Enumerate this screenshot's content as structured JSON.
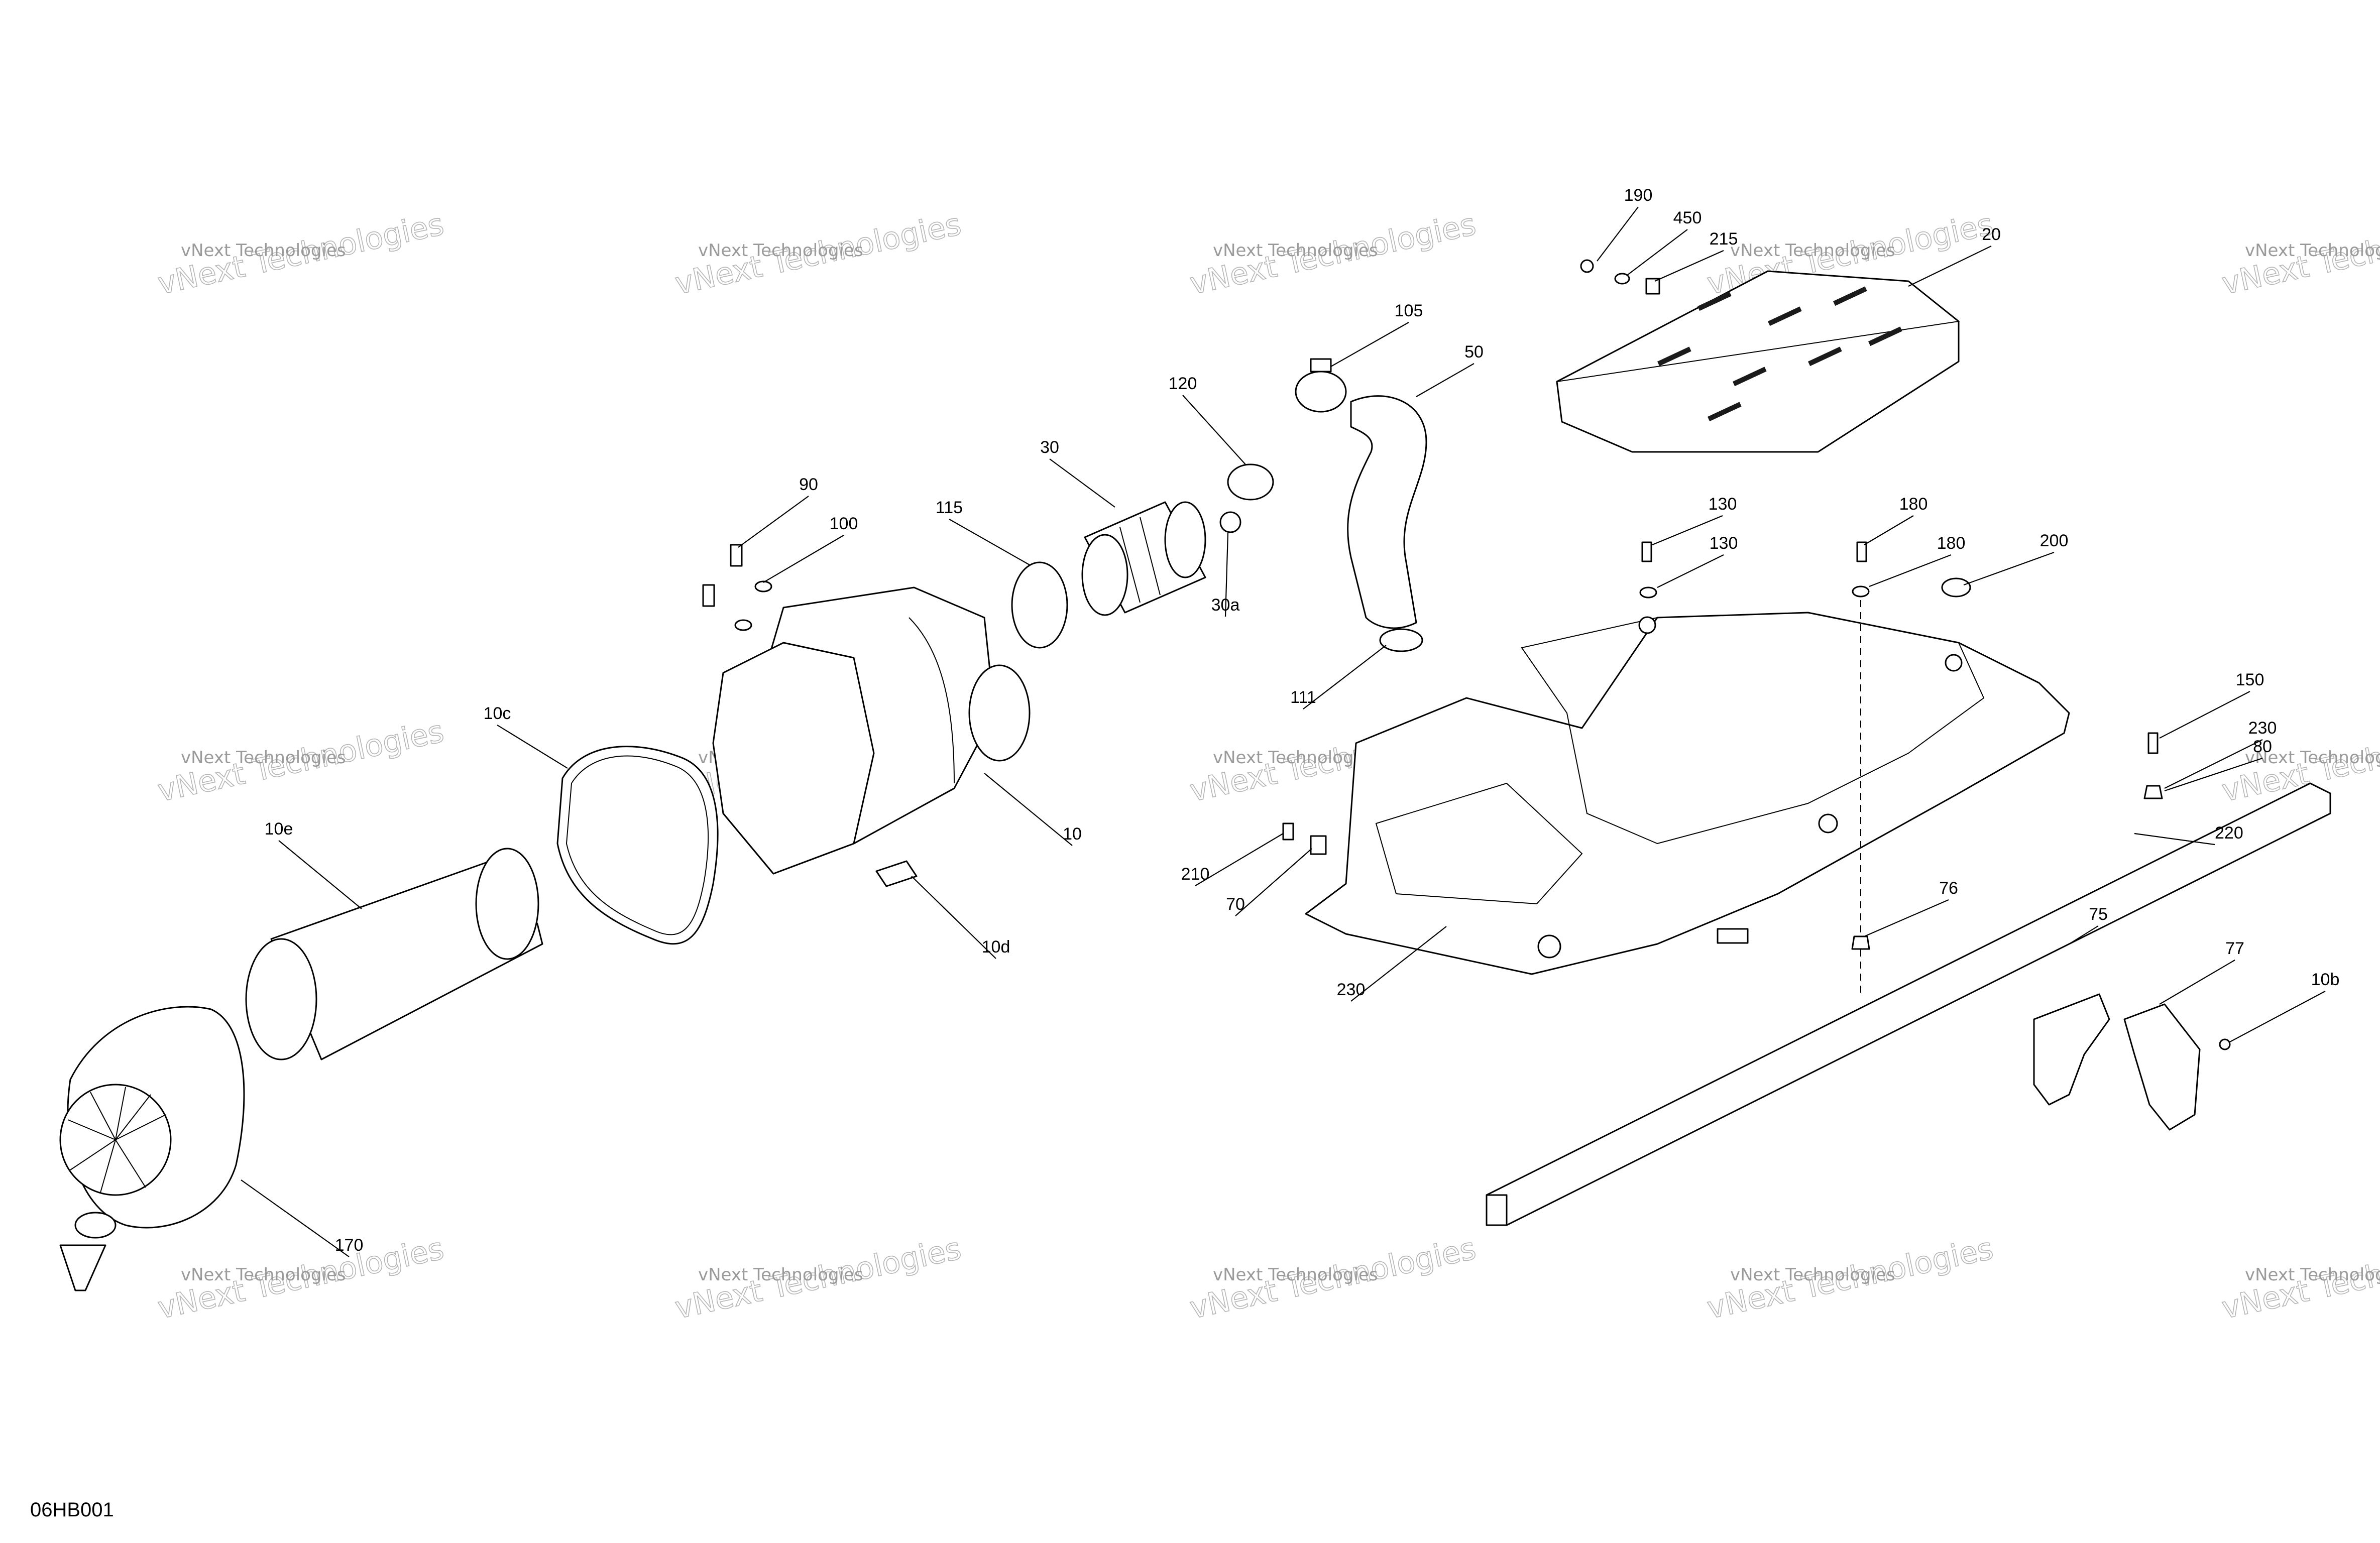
{
  "diagram": {
    "code": "06HB001",
    "watermark_small": "vNext Technologies",
    "watermark_big": "vNext Technologies",
    "callouts": [
      "190",
      "450",
      "215",
      "20",
      "105",
      "50",
      "120",
      "30",
      "30a",
      "115",
      "90",
      "100",
      "111",
      "130",
      "180",
      "130",
      "180",
      "200",
      "10c",
      "10",
      "10d",
      "10e",
      "150",
      "230",
      "80",
      "220",
      "210",
      "70",
      "230",
      "76",
      "75",
      "77",
      "10b",
      "170"
    ]
  }
}
